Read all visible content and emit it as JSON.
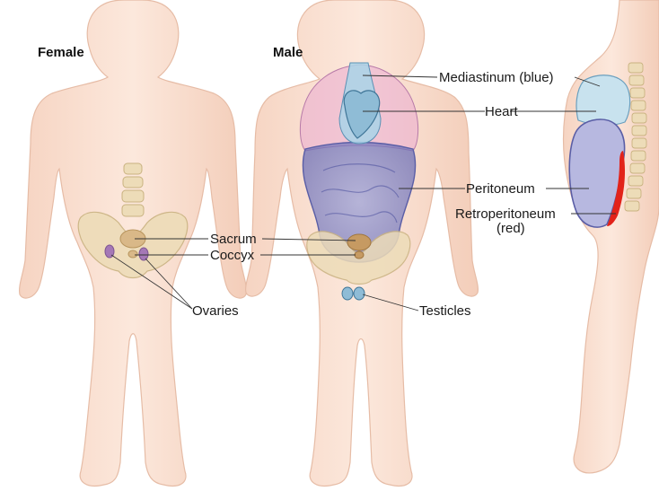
{
  "colors": {
    "skin": "#fbe3d6",
    "skin_outline": "#e5b9a2",
    "bone": "#eddcb8",
    "bone_outline": "#c9b280",
    "mediastinum": "#a9d3e8",
    "peritoneum": "#7f84c4",
    "retroperitoneum": "#e2231a",
    "heart": "#8fbcd6",
    "ovary": "#a578b6",
    "leader": "#333333"
  },
  "titles": {
    "female": "Female",
    "male": "Male"
  },
  "labels": {
    "mediastinum": "Mediastinum (blue)",
    "heart": "Heart",
    "peritoneum": "Peritoneum",
    "retroperitoneum_line1": "Retroperitoneum",
    "retroperitoneum_line2": "(red)",
    "sacrum": "Sacrum",
    "coccyx": "Coccyx",
    "ovaries": "Ovaries",
    "testicles": "Testicles"
  },
  "icons": {
    "female_figure": "child-body-front-icon",
    "male_figure": "child-body-front-organs-icon",
    "side_figure": "child-body-side-icon"
  }
}
